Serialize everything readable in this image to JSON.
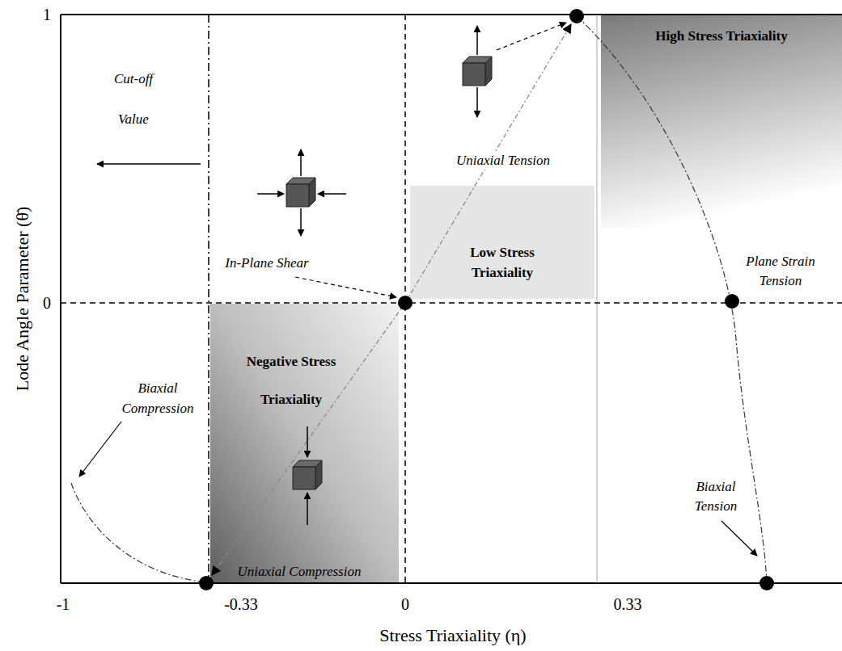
{
  "diagram": {
    "nodes": [
      {
        "text": [
          "High Stress Triaxiality"
        ]
      },
      {
        "text": [
          "Low Stress Triaxiality"
        ]
      },
      {
        "text": [
          "Negative Stress Triaxiality"
        ]
      }
    ],
    "labels": [
      "1",
      "Cut-off Value",
      "Uniaxial Tension",
      "In-Plane Shear",
      "Plane Strain Tension",
      "0",
      "Biaxial Compression",
      "Biaxial Tension",
      "Uniaxial Compression",
      "-1",
      "-0.33",
      "0",
      "0.33",
      "Lode Angle Parameter (θ̄)",
      "Stress Triaxiality (η)"
    ]
  }
}
